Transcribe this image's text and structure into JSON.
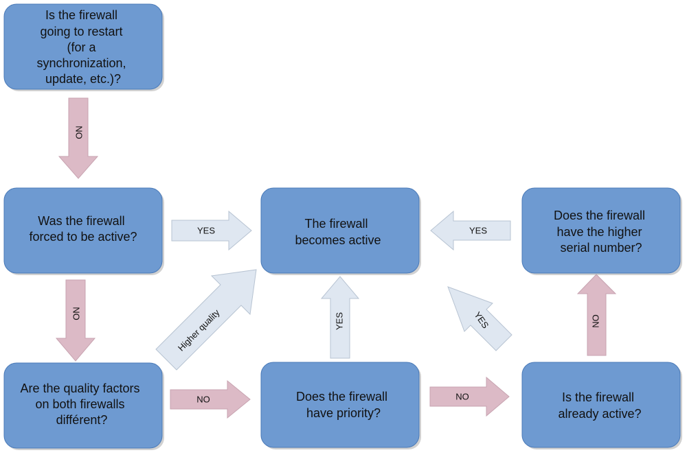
{
  "nodes": {
    "restart": [
      "Is the firewall",
      "going to restart",
      "(for a",
      "synchronization,",
      "update, etc.)?"
    ],
    "forced": [
      "Was the firewall",
      "forced to be active?"
    ],
    "active": [
      "The firewall",
      "becomes active"
    ],
    "serial": [
      "Does the firewall",
      "have the higher",
      "serial number?"
    ],
    "quality": [
      "Are the quality factors",
      "on both firewalls",
      "différent?"
    ],
    "priority": [
      "Does the firewall",
      "have priority?"
    ],
    "already": [
      "Is the firewall",
      "already active?"
    ]
  },
  "edges": {
    "restart_to_forced": "NO",
    "forced_to_active": "YES",
    "forced_to_quality": "NO",
    "quality_to_active": "Higher quality",
    "quality_to_priority": "NO",
    "priority_to_active": "YES",
    "priority_to_already": "NO",
    "already_to_active": "YES",
    "already_to_serial": "NO",
    "serial_to_active": "YES"
  },
  "colors": {
    "node_fill": "#6e9ad1",
    "yes_arrow": "#dfe7f1",
    "no_arrow": "#dcbac6"
  }
}
